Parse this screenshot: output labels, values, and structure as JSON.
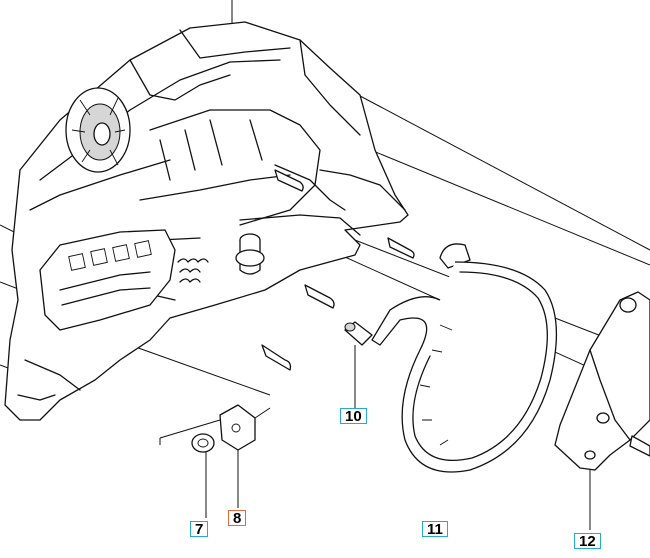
{
  "callouts": [
    {
      "id": "7",
      "label": "7",
      "highlighted": false
    },
    {
      "id": "8",
      "label": "8",
      "highlighted": true
    },
    {
      "id": "10",
      "label": "10",
      "highlighted": false
    },
    {
      "id": "11",
      "label": "11",
      "highlighted": false
    },
    {
      "id": "12",
      "label": "12",
      "highlighted": false
    }
  ],
  "colors": {
    "callout_border": "#29a9cf",
    "callout_highlight_border": "#e06a3b",
    "line": "#111111"
  }
}
